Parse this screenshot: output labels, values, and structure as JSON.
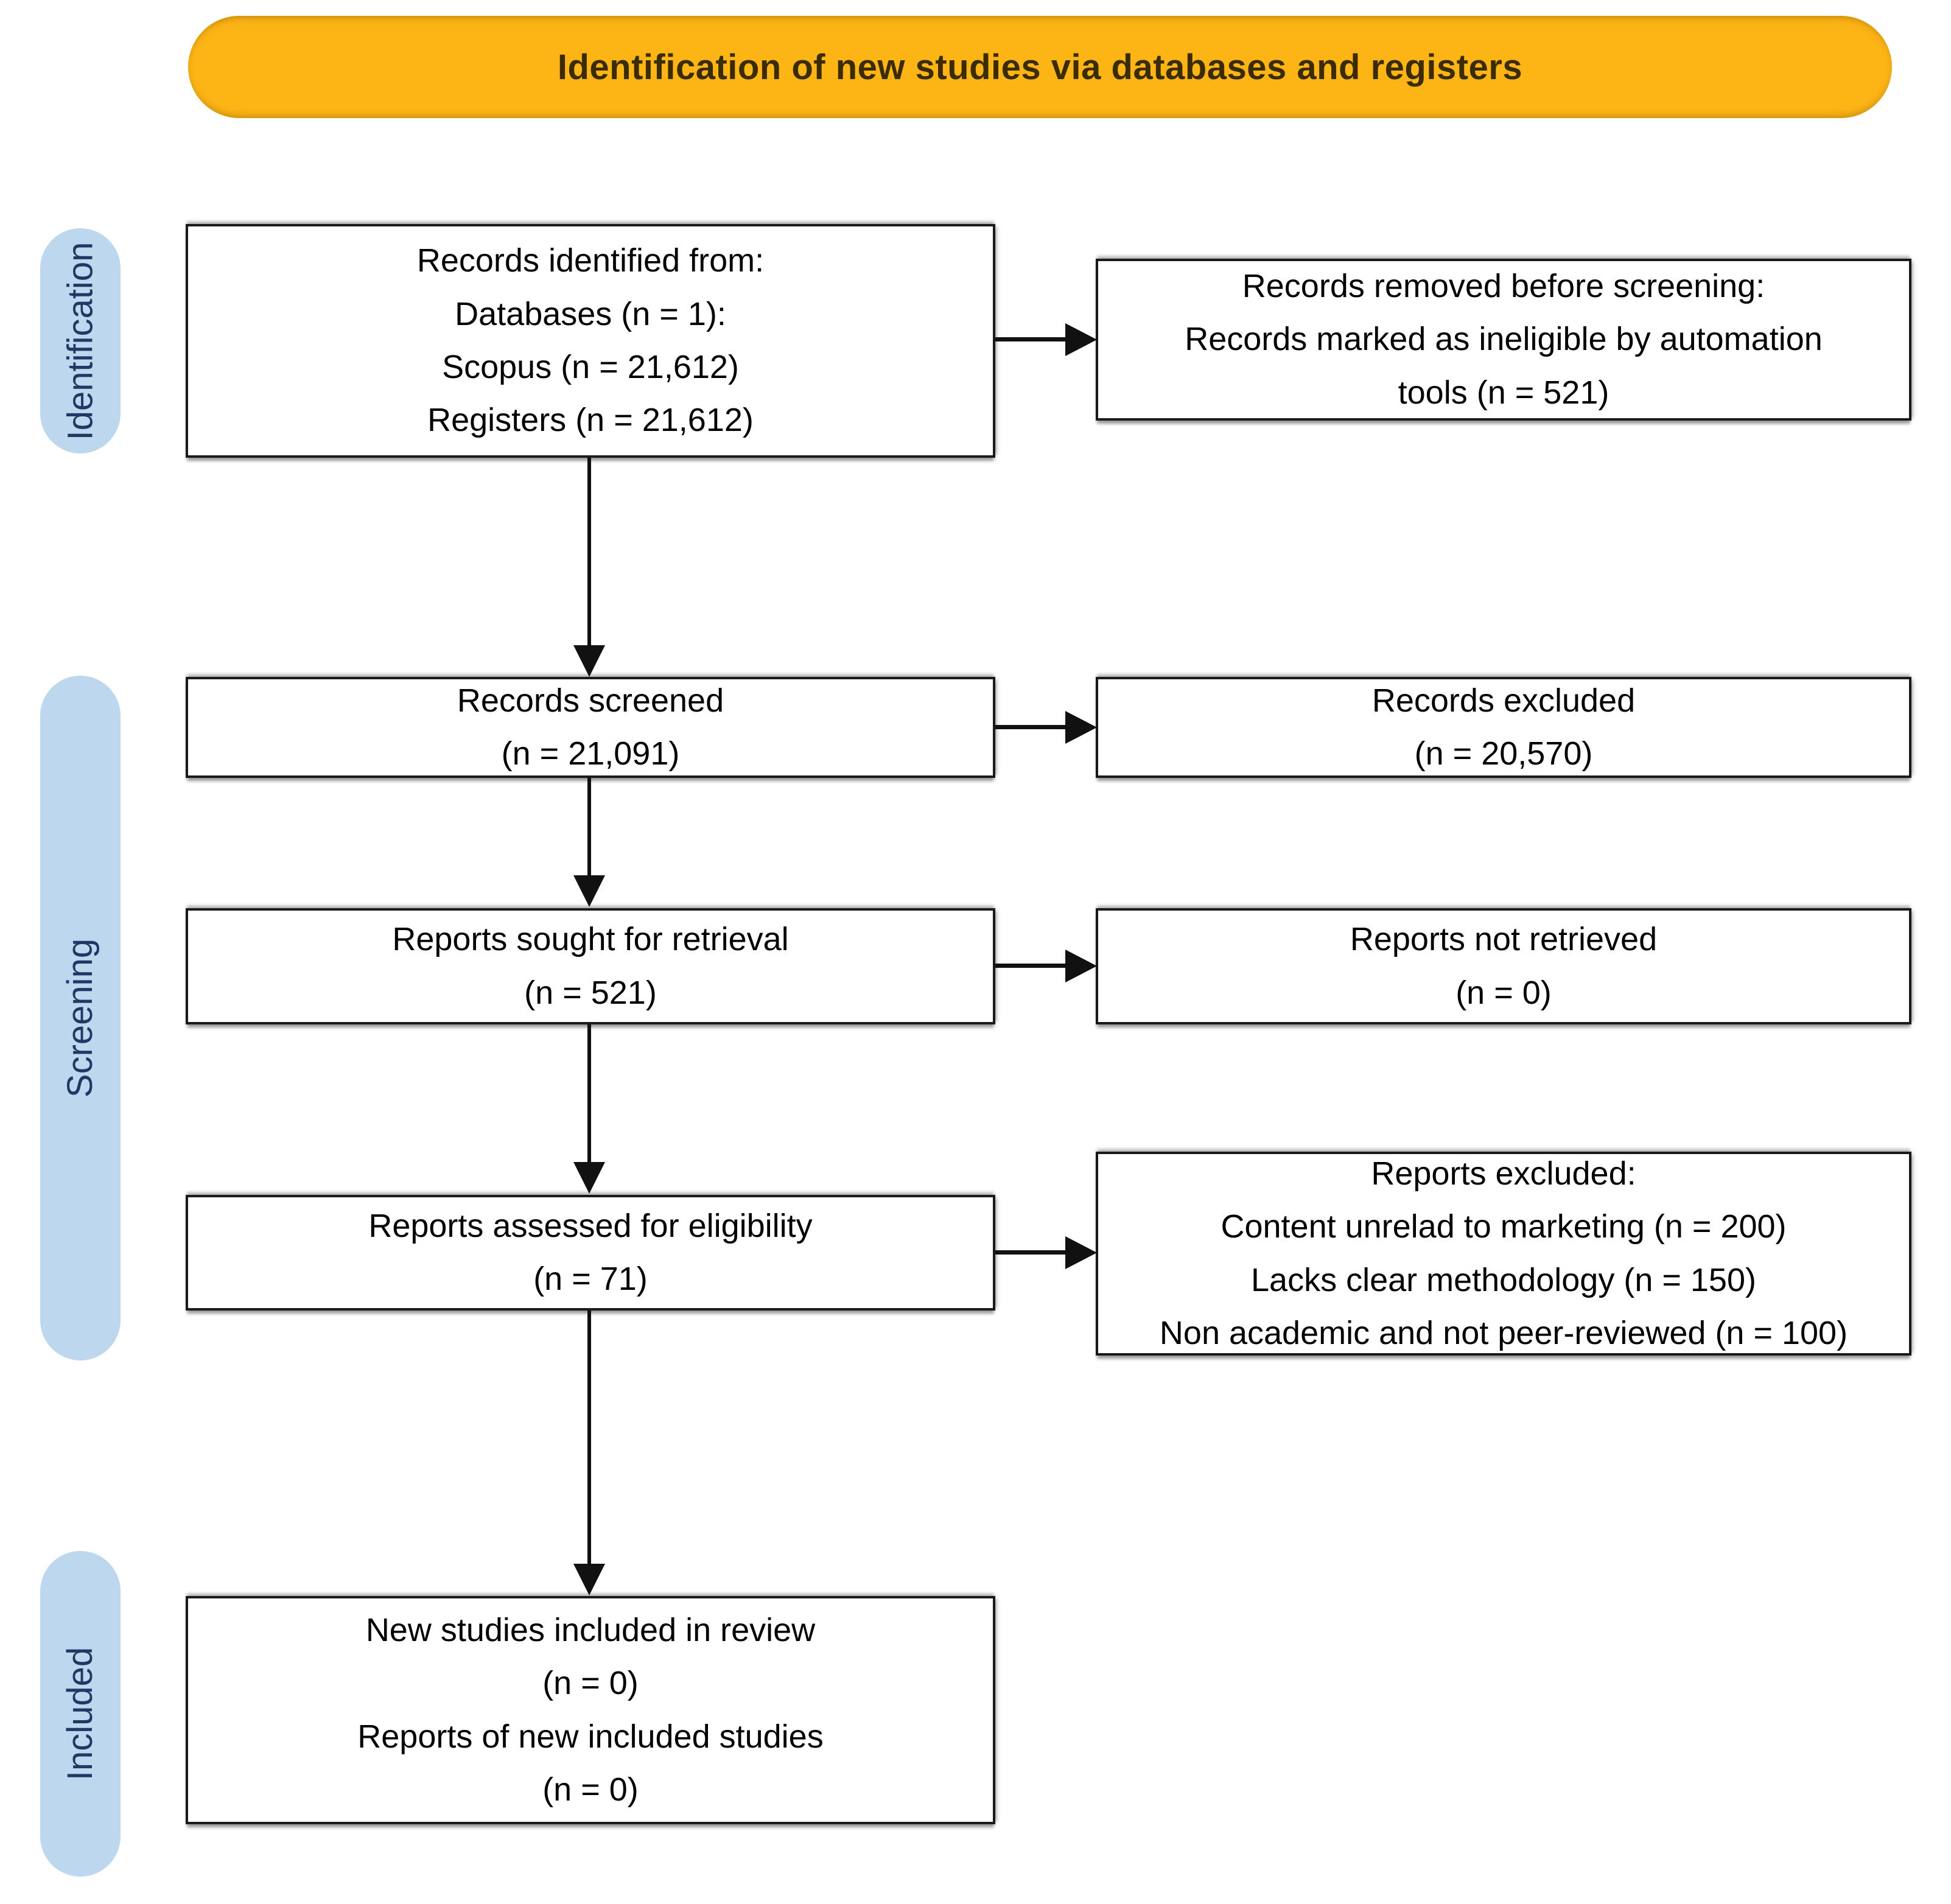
{
  "banner": {
    "title": "Identification of new studies via databases and registers"
  },
  "sidebar": {
    "identification": "Identification",
    "screening": "Screening",
    "included": "Included"
  },
  "boxes": {
    "records_identified": {
      "lines": [
        "Records identified from:",
        "Databases (n = 1):",
        "Scopus (n = 21,612)",
        "Registers (n = 21,612)"
      ]
    },
    "records_removed": {
      "lines": [
        "Records removed before screening:",
        "Records marked as ineligible by automation",
        "tools (n = 521)"
      ]
    },
    "records_screened": {
      "lines": [
        "Records screened",
        "(n = 21,091)"
      ]
    },
    "records_excluded": {
      "lines": [
        "Records excluded",
        "(n = 20,570)"
      ]
    },
    "reports_sought": {
      "lines": [
        "Reports sought for retrieval",
        "(n = 521)"
      ]
    },
    "reports_not_retrieved": {
      "lines": [
        "Reports not retrieved",
        "(n = 0)"
      ]
    },
    "reports_assessed": {
      "lines": [
        "Reports assessed for eligibility",
        "(n = 71)"
      ]
    },
    "reports_excluded": {
      "lines": [
        "Reports excluded:",
        "Content unrelad to marketing (n = 200)",
        "Lacks clear methodology (n = 150)",
        "Non academic and not peer-reviewed (n = 100)"
      ]
    },
    "new_studies_included": {
      "lines": [
        "New studies included in review",
        "(n = 0)",
        "Reports of new included studies",
        "(n = 0)"
      ]
    }
  },
  "colors": {
    "banner_fill": "#FDB515",
    "banner_text": "#3A2B00",
    "stage_fill": "#BDD7EE",
    "stage_text": "#1F3864",
    "box_fill": "#FFFFFF",
    "box_border": "#1A1A1A",
    "arrow": "#111111"
  }
}
